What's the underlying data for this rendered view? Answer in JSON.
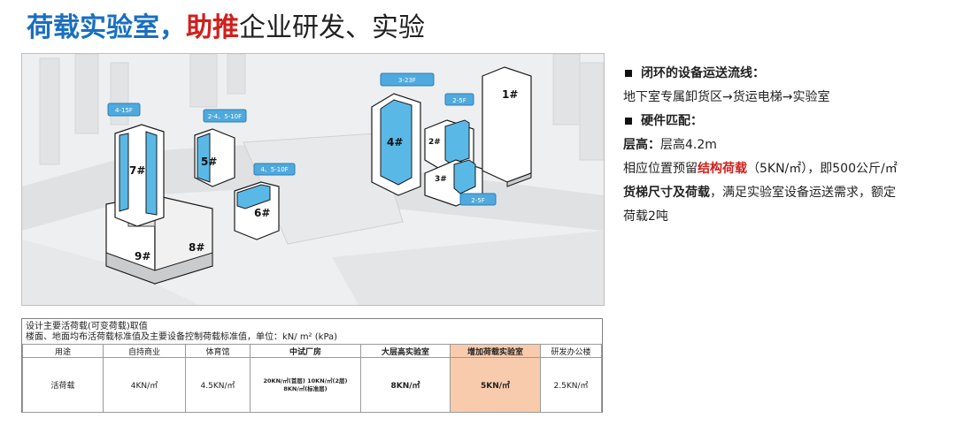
{
  "title": {
    "part1": "荷载实验室，",
    "part2": "助推",
    "part3": "企业研发、实验"
  },
  "map": {
    "buildings": [
      "1#",
      "2#",
      "3#",
      "4#",
      "5#",
      "6#",
      "7#",
      "8#",
      "9#"
    ],
    "callouts": [
      "4-15F",
      "2-4、5-10F",
      "4、5-10F",
      "3-23F",
      "2-5F",
      "2-5F"
    ]
  },
  "panel": {
    "h1": "闭环的设备运送流线：",
    "l1": "地下室专属卸货区→货运电梯→实验室",
    "h2": "硬件匹配：",
    "l2_bold": "层高：",
    "l2_rest": "层高4.2m",
    "l3_pre": "相应位置预留",
    "l3_red": "结构荷载",
    "l3_post": "（5KN/㎡），即500公斤/㎡",
    "l4_bold": "货梯尺寸及荷载",
    "l4_rest": "，满足实验室设备运送需求，额定",
    "l5": "荷载2吨"
  },
  "table": {
    "caption1": "设计主要活荷载(可变荷载)取值",
    "caption2": "楼面、地面均布活荷载标准值及主要设备控制荷载标准值，单位：kN/ m² (kPa)",
    "headers": [
      "用途",
      "自持商业",
      "体育馆",
      "中试厂房",
      "大层高实验室",
      "增加荷载实验室",
      "研发办公楼"
    ],
    "row_label": "活荷载",
    "values": [
      "4KN/㎡",
      "4.5KN/㎡",
      "",
      "8KN/㎡",
      "5KN/㎡",
      "2.5KN/㎡"
    ],
    "pilot_line1": "20KN/㎡(首层) 10KN/㎡(2层)",
    "pilot_line2": "8KN/㎡(标准层)",
    "highlight_color": "#f8cbad"
  },
  "colors": {
    "title_blue": "#1a6fc0",
    "accent_red": "#d0201c",
    "lab_blue": "#5ab8e6"
  }
}
